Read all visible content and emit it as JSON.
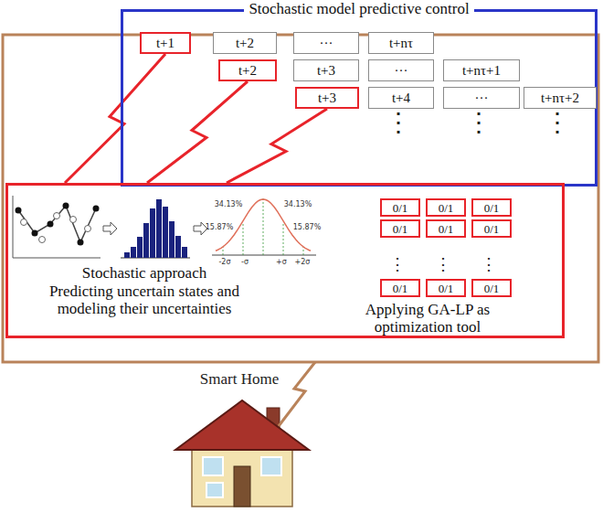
{
  "diagram": {
    "nodes": [
      {
        "text": [
          "Stochastic model predictive control"
        ]
      },
      {
        "text": [
          "t+1"
        ],
        "in": 0
      },
      {
        "text": [
          "t+2"
        ],
        "in": 0
      },
      {
        "text": [
          "···"
        ],
        "in": 0
      },
      {
        "text": [
          "t+nτ"
        ],
        "in": 0
      },
      {
        "text": [
          "t+2"
        ],
        "in": 0
      },
      {
        "text": [
          "t+3"
        ],
        "in": 0
      },
      {
        "text": [
          "···"
        ],
        "in": 0
      },
      {
        "text": [
          "t+nτ+1"
        ],
        "in": 0
      },
      {
        "text": [
          "t+3"
        ],
        "in": 0
      },
      {
        "text": [
          "t+4"
        ],
        "in": 0
      },
      {
        "text": [
          "···"
        ],
        "in": 0
      },
      {
        "text": [
          "t+nτ+2"
        ],
        "in": 0
      },
      {
        "text": [
          "Stochastic approach",
          "Predicting uncertain states and modeling their uncertainties",
          "Applying GA-LP as optimization tool"
        ]
      },
      {
        "text": [
          "0/1"
        ],
        "in": 13
      },
      {
        "text": [
          "0/1"
        ],
        "in": 13
      },
      {
        "text": [
          "0/1"
        ],
        "in": 13
      },
      {
        "text": [
          "0/1"
        ],
        "in": 13
      },
      {
        "text": [
          "0/1"
        ],
        "in": 13
      },
      {
        "text": [
          "0/1"
        ],
        "in": 13
      },
      {
        "text": [
          "0/1"
        ],
        "in": 13
      },
      {
        "text": [
          "0/1"
        ],
        "in": 13
      },
      {
        "text": [
          "0/1"
        ],
        "in": 13
      }
    ],
    "edges": [
      {
        "from": 13,
        "to": 1,
        "arrow": "none"
      },
      {
        "from": 13,
        "to": 5,
        "arrow": "none"
      },
      {
        "from": 13,
        "to": 9,
        "arrow": "none"
      }
    ],
    "labels": [
      "⋮",
      "⋮",
      "⋮",
      "34.13%",
      "34.13%",
      "15.87%",
      "15.87%",
      "-2σ",
      "-σ",
      "+σ",
      "+2σ",
      "⋮",
      "⋮",
      "⋮",
      "Smart Home"
    ]
  }
}
